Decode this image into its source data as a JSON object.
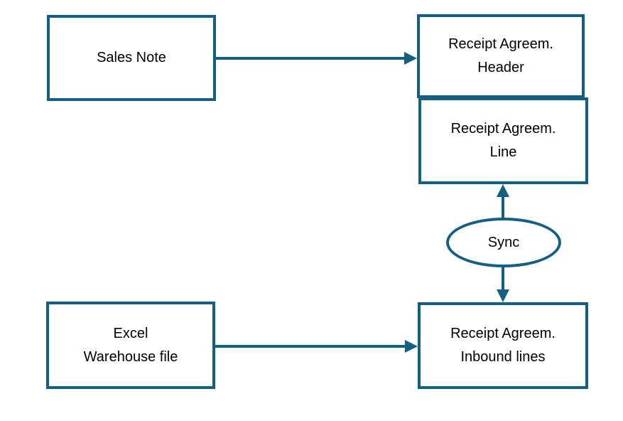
{
  "diagram": {
    "colors": {
      "accent": "#156082",
      "text": "#000000",
      "background": "#ffffff"
    },
    "nodes": {
      "sales_note": {
        "label": "Sales Note"
      },
      "receipt_header": {
        "line1": "Receipt Agreem.",
        "line2": "Header"
      },
      "receipt_line": {
        "line1": "Receipt Agreem.",
        "line2": "Line"
      },
      "sync": {
        "label": "Sync"
      },
      "excel": {
        "line1": "Excel",
        "line2": "Warehouse file"
      },
      "inbound": {
        "line1": "Receipt Agreem.",
        "line2": "Inbound lines"
      }
    },
    "connectors": [
      {
        "from": "sales_note",
        "to": "receipt_header",
        "direction": "right"
      },
      {
        "from": "excel",
        "to": "inbound",
        "direction": "right"
      },
      {
        "from": "sync",
        "to": "receipt_line",
        "direction": "up"
      },
      {
        "from": "sync",
        "to": "inbound",
        "direction": "down"
      }
    ]
  }
}
